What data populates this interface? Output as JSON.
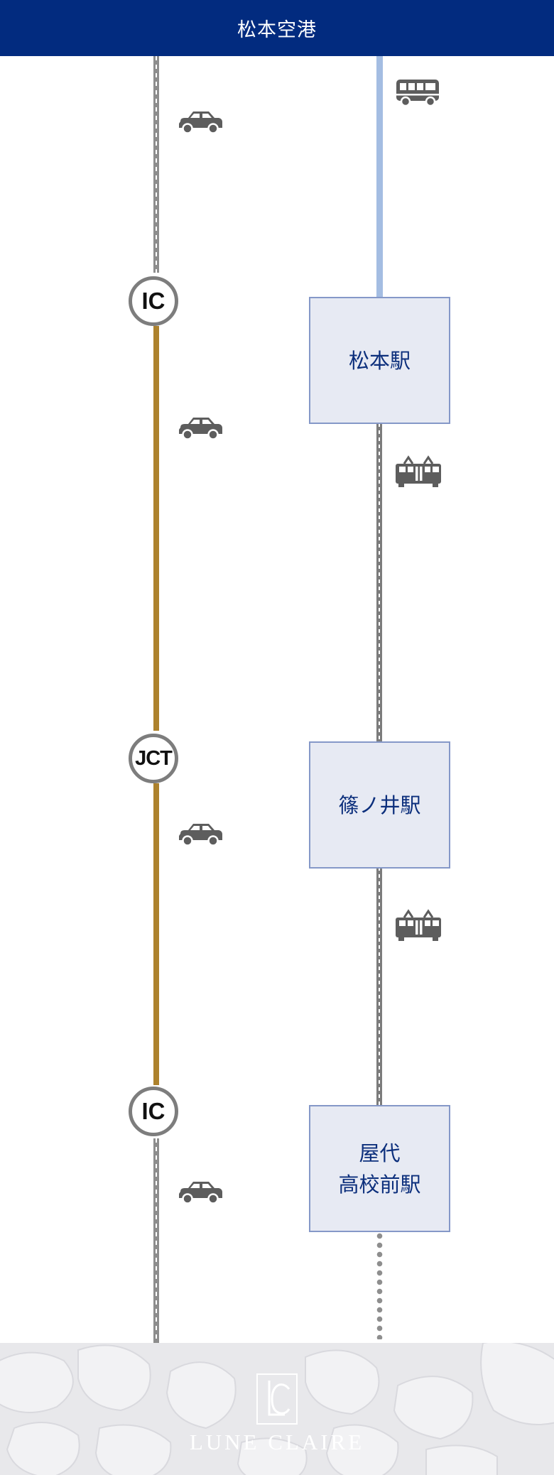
{
  "header": {
    "title": "松本空港"
  },
  "nodes": [
    {
      "label": "IC"
    },
    {
      "label": "JCT"
    },
    {
      "label": "IC"
    }
  ],
  "stations": [
    {
      "lines": [
        "松本駅"
      ]
    },
    {
      "lines": [
        "篠ノ井駅"
      ]
    },
    {
      "lines": [
        "屋代",
        "高校前駅"
      ]
    }
  ],
  "icons": {
    "car": "car-icon",
    "bus": "bus-icon",
    "train": "tram-icon"
  },
  "colors": {
    "header": "#022b7f",
    "expressway": "#ad822d",
    "bus_route": "#a4bde2",
    "station_fill": "#e7eaf3",
    "station_text": "#0c2f7c",
    "icon": "#5d5d5d"
  },
  "footer": {
    "brand": "LUNE CLAIRE"
  }
}
